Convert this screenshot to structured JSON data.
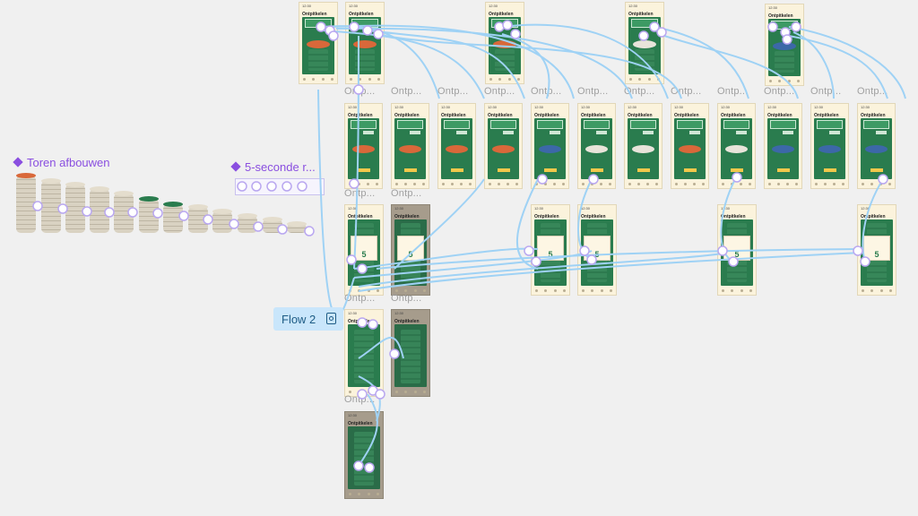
{
  "canvas": {
    "background": "#f0f0f0",
    "wire_color": "#9fd2f5",
    "component_color": "#8a4fe0"
  },
  "components": {
    "tower": {
      "title": "Toren afbouwen",
      "icon": "component-diamond-icon"
    },
    "timer": {
      "title": "5-seconde r..."
    }
  },
  "flow_badge": {
    "label": "Flow 2",
    "icon": "flow-play-icon"
  },
  "frame_label": "Ontp...",
  "frame_heading": "Ontpitkelen",
  "frame_status_time": "12:30",
  "countdown_value": "5",
  "colors": {
    "green": "#2a7c4e",
    "orange": "#d9683a",
    "blue": "#3c68a8",
    "cream": "#fbf3dc",
    "yellow": "#f2c84b"
  }
}
